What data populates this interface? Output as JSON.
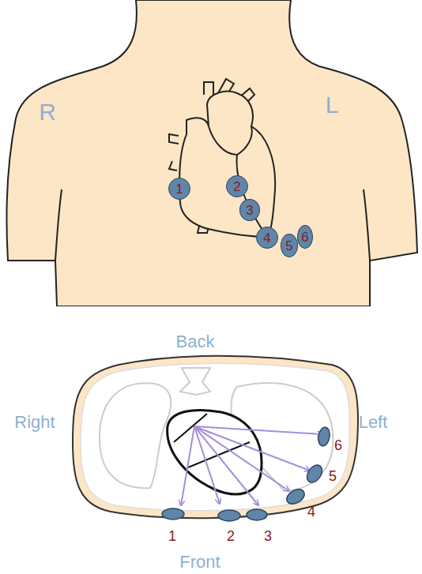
{
  "diagram": {
    "nodes": [
      {
        "text": [
          "1"
        ]
      },
      {
        "text": [
          "2"
        ]
      },
      {
        "text": [
          "3"
        ]
      },
      {
        "text": [
          "4"
        ]
      },
      {
        "text": [
          "5"
        ]
      },
      {
        "text": [
          "6"
        ]
      }
    ],
    "labels": [
      "R",
      "L",
      "Back",
      "Right",
      "Left",
      "Front",
      "1",
      "2",
      "3",
      "4",
      "5",
      "6"
    ]
  }
}
